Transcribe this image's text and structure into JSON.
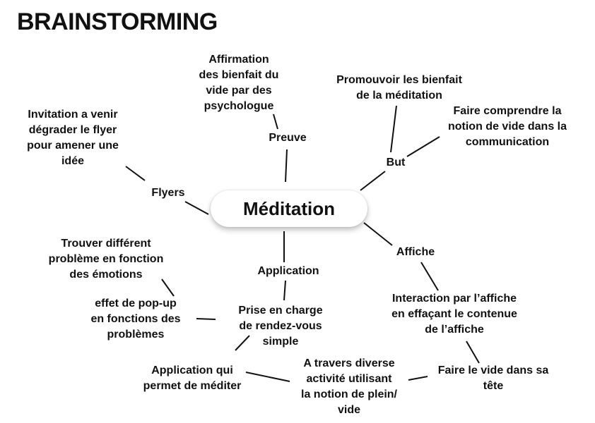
{
  "title": "BRAINSTORMING",
  "center": "Méditation",
  "nodes": {
    "affirmation": [
      "Affirmation",
      "des bienfait du",
      "vide par des",
      "psychologue"
    ],
    "preuve": "Preuve",
    "promouvoir": [
      "Promouvoir les bienfait",
      "de la méditation"
    ],
    "faire_comprendre": [
      "Faire comprendre la",
      "notion de vide dans la",
      "communication"
    ],
    "but": "But",
    "invitation": [
      "Invitation a venir",
      "dégrader le flyer",
      "pour amener une",
      "idée"
    ],
    "flyers": "Flyers",
    "trouver": [
      "Trouver différent",
      "problème en fonction",
      "des émotions"
    ],
    "application": "Application",
    "affiche": "Affiche",
    "effet": [
      "effet de pop-up",
      "en fonctions des",
      "problèmes"
    ],
    "prise": [
      "Prise en charge",
      "de rendez-vous",
      "simple"
    ],
    "interaction": [
      "Interaction par l’affiche",
      "en effaçant le contenue",
      "de l’affiche"
    ],
    "app_qui": [
      "Application qui",
      "permet de méditer"
    ],
    "a_travers": [
      "A travers diverse",
      "activité utilisant",
      "la notion de plein/",
      "vide"
    ],
    "faire_vide": [
      "Faire le vide dans sa",
      "tête"
    ]
  }
}
